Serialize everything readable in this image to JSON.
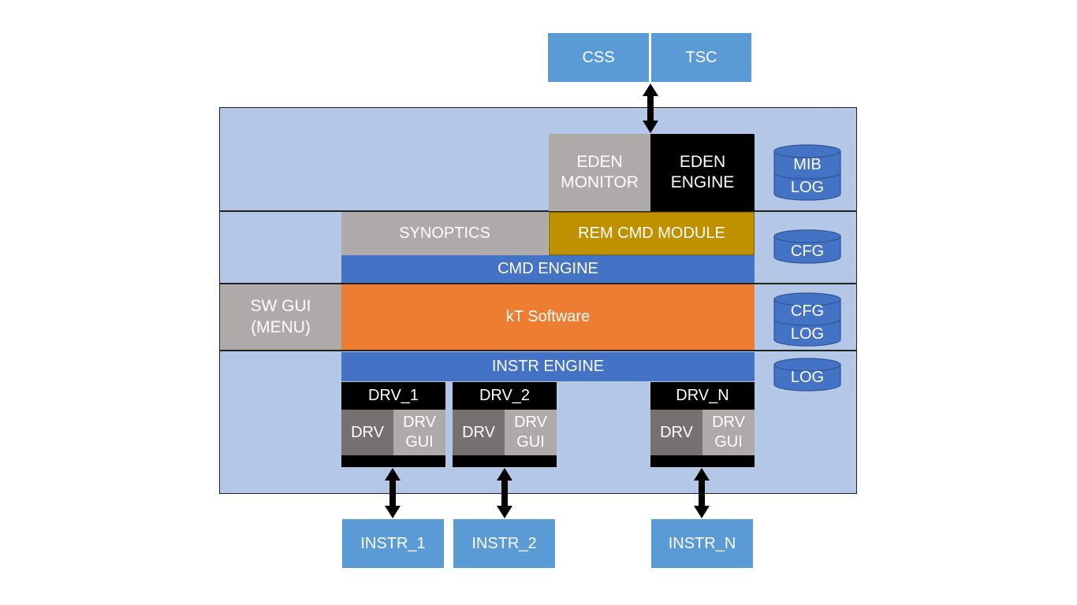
{
  "external_top": {
    "css": "CSS",
    "tsc": "TSC"
  },
  "eden": {
    "monitor_line1": "EDEN",
    "monitor_line2": "MONITOR",
    "engine_line1": "EDEN",
    "engine_line2": "ENGINE"
  },
  "layers": {
    "synoptics": "SYNOPTICS",
    "rem_cmd_module": "REM CMD MODULE",
    "cmd_engine": "CMD ENGINE",
    "sw_gui_line1": "SW GUI",
    "sw_gui_line2": "(MENU)",
    "kt_software": "kT Software",
    "instr_engine": "INSTR ENGINE"
  },
  "databases": {
    "db1_line1": "MIB",
    "db1_line2": "LOG",
    "db2": "CFG",
    "db3_line1": "CFG",
    "db3_line2": "LOG",
    "db4": "LOG"
  },
  "drivers": [
    {
      "title": "DRV_1",
      "drv": "DRV",
      "gui_line1": "DRV",
      "gui_line2": "GUI"
    },
    {
      "title": "DRV_2",
      "drv": "DRV",
      "gui_line1": "DRV",
      "gui_line2": "GUI"
    },
    {
      "title": "DRV_N",
      "drv": "DRV",
      "gui_line1": "DRV",
      "gui_line2": "GUI"
    }
  ],
  "instruments": [
    "INSTR_1",
    "INSTR_2",
    "INSTR_N"
  ],
  "colors": {
    "external": "#5b9bd5",
    "panel": "#b4c7e7",
    "grey": "#aeaaaa",
    "gold": "#bf9000",
    "blue": "#4472c4",
    "orange": "#ed7d31",
    "black": "#000000"
  }
}
